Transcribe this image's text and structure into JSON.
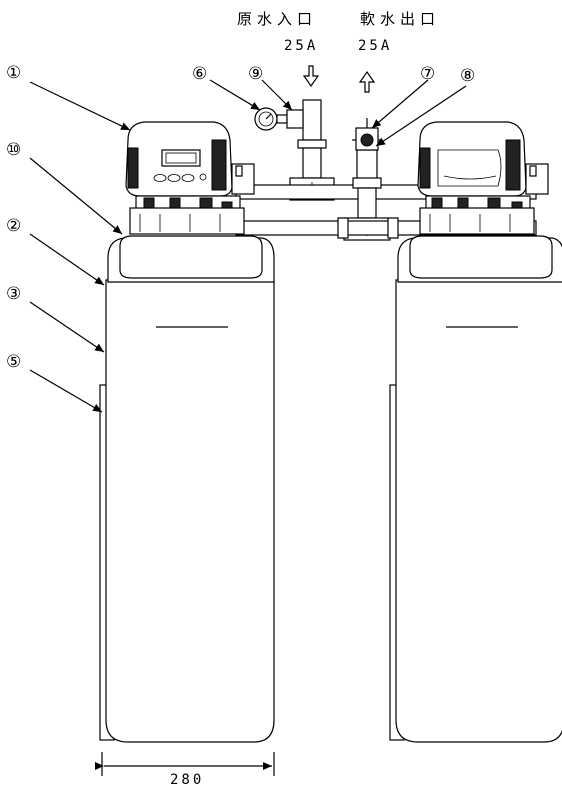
{
  "inlet": {
    "label": "原水入口",
    "size": "25A"
  },
  "outlet": {
    "label": "軟水出口",
    "size": "25A"
  },
  "callouts": [
    "①",
    "②",
    "③",
    "⑤",
    "⑥",
    "⑦",
    "⑧",
    "⑨",
    "⑩"
  ],
  "dimension": {
    "width": "280"
  }
}
